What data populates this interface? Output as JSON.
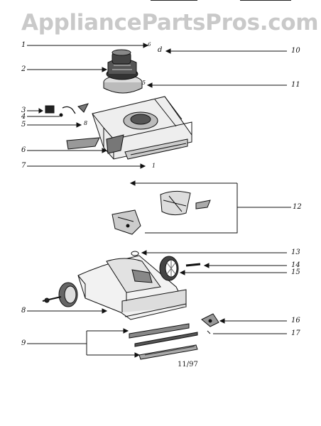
{
  "watermark": "AppliancePartsPros.com",
  "footer": {
    "date_code": "11/97"
  },
  "callouts": {
    "c1": "1",
    "c2": "2",
    "c3": "3",
    "c4": "4",
    "c5": "5",
    "c6": "6",
    "c7": "7",
    "c8": "8",
    "c9": "9",
    "c10": "10",
    "c11": "11",
    "c12": "12",
    "c13": "13",
    "c14": "14",
    "c15": "15",
    "c16": "16",
    "c17": "17"
  },
  "inline_labels": {
    "motor_top_a": "6",
    "motor_top_b": "d",
    "motor_base": "5",
    "switch_mark": "8",
    "housing_mark": "1"
  }
}
